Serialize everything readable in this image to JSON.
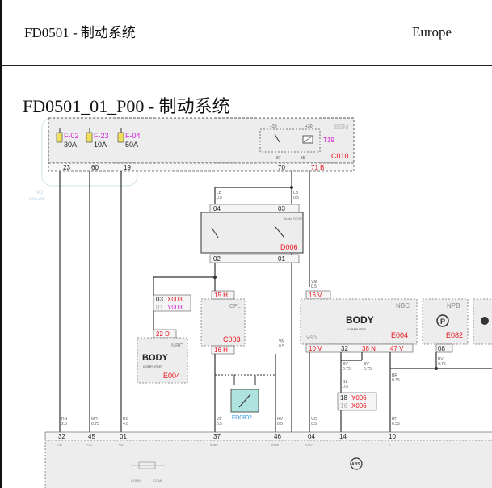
{
  "header": {
    "code": "FD0501 - 制动系统",
    "region": "Europe"
  },
  "page_title": "FD0501_01_P00 - 制动系统",
  "diagram": {
    "bsm": {
      "label": "BSM",
      "id": "C010",
      "fuses": [
        {
          "id": "F-02",
          "rating": "30A"
        },
        {
          "id": "F-23",
          "rating": "10A"
        },
        {
          "id": "F-04",
          "rating": "50A"
        }
      ],
      "relay": {
        "id": "T19",
        "pin_a": "+30",
        "pin_b": "+30",
        "pin_c": "87",
        "pin_d": "85"
      },
      "pins": [
        "23",
        "60",
        "19",
        "70",
        "71 B"
      ]
    },
    "no_label": "NO",
    "no_sub": "BRK LAMP",
    "brake_switch": {
      "id": "D006",
      "label": "brake STOP",
      "pins_top": [
        "04",
        "03"
      ],
      "pins_bottom": [
        "02",
        "01"
      ]
    },
    "cpl": {
      "label": "CPL",
      "id": "C003",
      "pin_top": "15 H",
      "pin_bottom": "16 H"
    },
    "x003": {
      "pin1": "03",
      "id1": "X003",
      "pin2": "01",
      "id2": "Y003"
    },
    "body_left": {
      "pin": "22 D",
      "nbc": "NBC",
      "title": "BODY",
      "sub": "COMPUTER",
      "id": "E004"
    },
    "body_main": {
      "nbc": "NBC",
      "title": "BODY",
      "sub": "COMPUTER",
      "id": "E004",
      "pin_top": "16 V",
      "pins": [
        "10 V",
        "32",
        "38 N",
        "47 V"
      ],
      "vso": "VSO"
    },
    "npb": {
      "label": "NPB",
      "id": "E082",
      "pin": "08"
    },
    "fd_ref": "FD0802",
    "y006": {
      "pin1": "18",
      "id1": "Y006",
      "pin2": "16",
      "id2": "X006"
    },
    "wires": {
      "w1": {
        "color": "RN",
        "size": "2.5"
      },
      "w2": {
        "color": "MR",
        "size": "0.75"
      },
      "w3": {
        "color": "RG",
        "size": "4.0"
      },
      "lb": {
        "color": "LB",
        "size": "0.5"
      },
      "ve": {
        "color": "VE",
        "size": "0.5"
      },
      "hv": {
        "color": "HV",
        "size": "0.5"
      },
      "vn": {
        "color": "VN",
        "size": "0.5"
      },
      "vm": {
        "color": "VM",
        "size": "0.5"
      },
      "bv": {
        "color": "BV",
        "size": "0.75"
      },
      "bz": {
        "color": "BZ",
        "size": "0.5"
      },
      "br": {
        "color": "BR",
        "size": "0.35"
      },
      "vg": {
        "color": "VG",
        "size": "0.5"
      }
    },
    "bottom_pins": [
      "32",
      "45",
      "01",
      "37",
      "46",
      "04",
      "14",
      "10"
    ],
    "bottom_labels": [
      "+30",
      "+30",
      "+30",
      "brake",
      "brake",
      "VSO",
      "",
      "K"
    ],
    "bottom_module": {
      "left_label": "COMM",
      "right_label": "COML"
    }
  },
  "colors": {
    "red": "#e8141e",
    "magenta": "#d21fd6",
    "blue": "#1d8fd8",
    "module_fill": "#ededed",
    "dashed": "#555555"
  }
}
